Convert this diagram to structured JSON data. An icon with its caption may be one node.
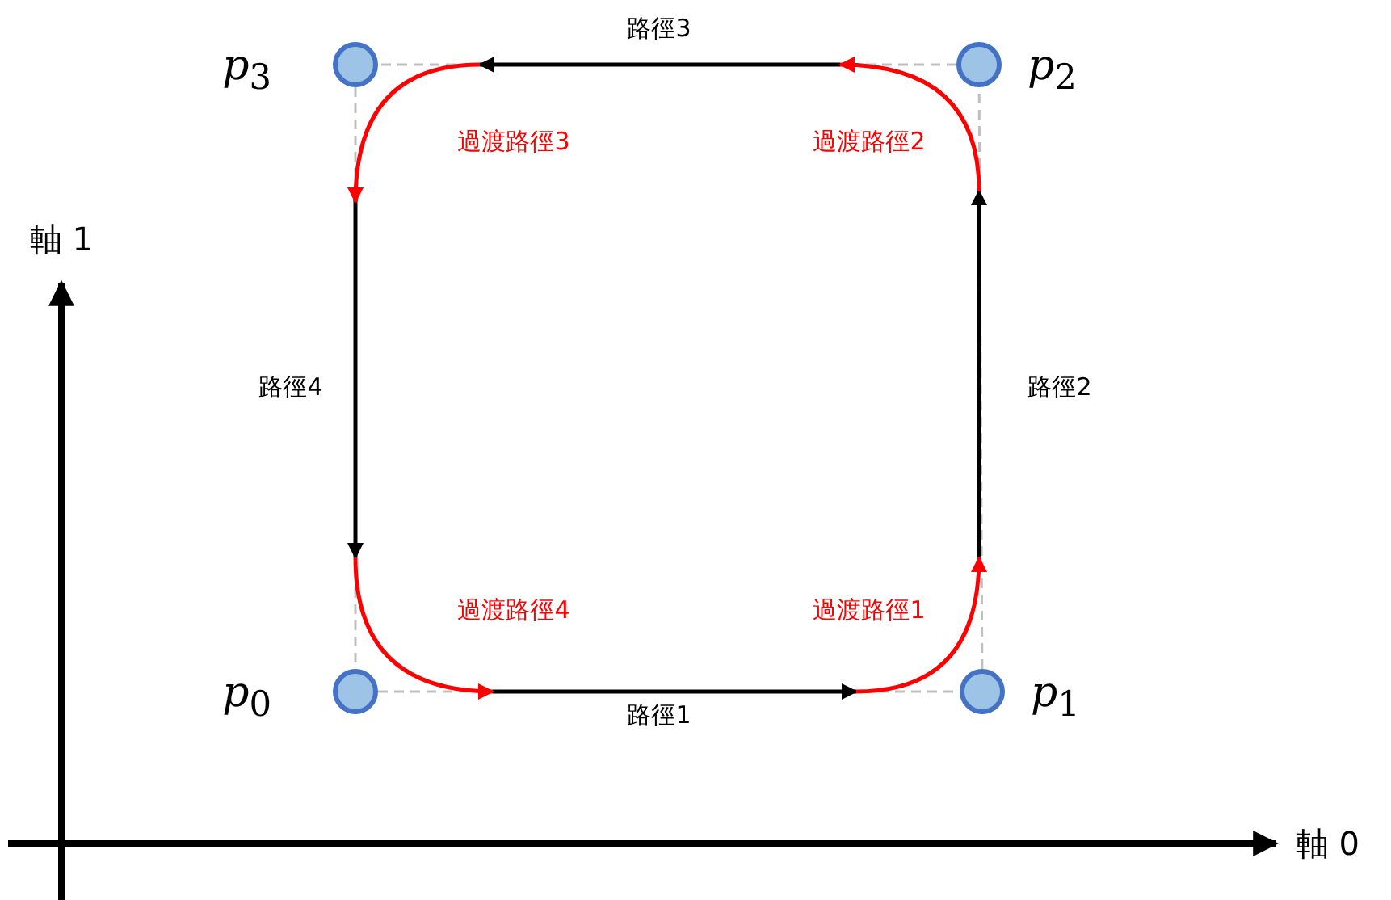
{
  "diagram": {
    "nodes": [
      {
        "text": [],
        "shape": "circle",
        "beside": [
          "*p*$_{3}$"
        ]
      },
      {
        "text": [],
        "shape": "circle",
        "beside": [
          "*p*$_{2}$"
        ]
      },
      {
        "text": [],
        "shape": "circle",
        "beside": [
          "*p*$_{0}$"
        ]
      },
      {
        "text": [],
        "shape": "circle",
        "beside": [
          "*p*$_{1}$"
        ]
      }
    ],
    "edges": [
      {
        "from": 2,
        "to": 3,
        "arrow": "none",
        "style": "dashed"
      },
      {
        "from": 3,
        "to": 1,
        "arrow": "none",
        "style": "dashed"
      },
      {
        "from": 1,
        "to": 0,
        "arrow": "none",
        "style": "dashed"
      },
      {
        "from": 0,
        "to": 2,
        "arrow": "none",
        "style": "dashed"
      }
    ],
    "labels": [
      "路徑3",
      "過渡路徑3",
      "過渡路徑2",
      "軸 1",
      "路徑4",
      "路徑2",
      "過渡路徑4",
      "過渡路徑1",
      "路徑1",
      "軸 0"
    ]
  }
}
